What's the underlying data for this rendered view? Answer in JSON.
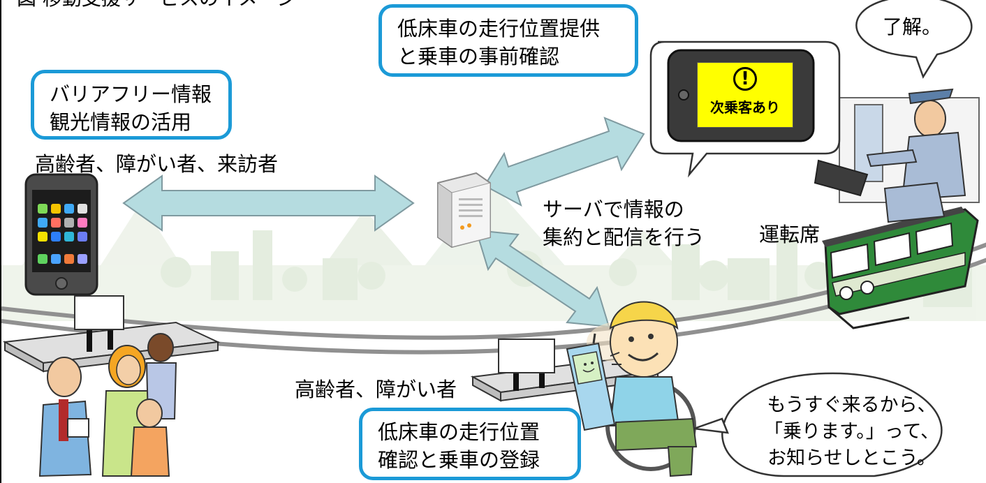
{
  "header": {
    "title": "図 移動支援サービスのイメージ"
  },
  "callouts": {
    "barrier_free": [
      "バリアフリー情報",
      "観光情報の活用"
    ],
    "position_provide": [
      "低床車の走行位置提供",
      "と乗車の事前確認"
    ],
    "position_confirm": [
      "低床車の走行位置",
      "確認と乗車の登録"
    ]
  },
  "labels": {
    "users_top": "高齢者、障がい者、来訪者",
    "users_bottom": "高齢者、障がい者",
    "server": [
      "サーバで情報の",
      "集約と配信を行う"
    ],
    "driver_seat": "運転席"
  },
  "bubbles": {
    "driver": "了解。",
    "passenger": [
      "もうすぐ来るから、",
      "「乗ります。」って、",
      "お知らせしとこう。"
    ]
  },
  "driver_screen": {
    "alert_symbol": "!",
    "alert_text": "次乗客あり"
  },
  "colors": {
    "callout_border": "#1b9ad7",
    "arrow_fill": "#b5dce0",
    "arrow_stroke": "#7f9aa0",
    "screen_alert": "#ffff00",
    "tram_green": "#2f8a3a"
  }
}
